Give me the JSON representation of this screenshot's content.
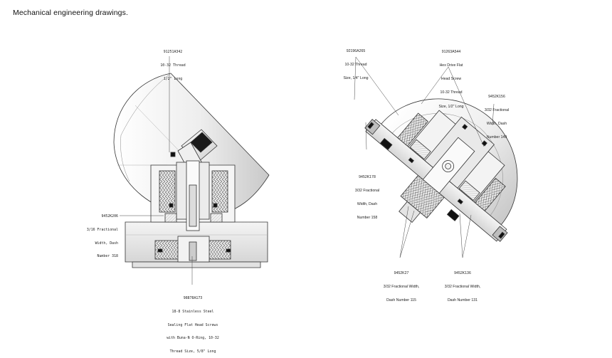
{
  "title": "Mechanical engineering drawings.",
  "left_drawing": {
    "callouts": {
      "top": [
        "91251A342",
        "10-32 Thread",
        "1/2\" Long"
      ],
      "left": [
        "9452K206",
        "3/16 Fractional",
        "Width, Dash",
        "Number 318"
      ],
      "bottom": [
        "98878A173",
        "18-8 Stainless Steel",
        "Sealing Flat Head Screws",
        "with Buna-N O-Ring, 10-32",
        "Thread Size, 5/8\" Long"
      ]
    }
  },
  "right_drawing": {
    "callouts": {
      "top_left": [
        "92196A265",
        "10-32 Thread",
        "Size, 1/4\" Long"
      ],
      "top_right": [
        "91263A544",
        "Hex Drive Flat",
        "Head Screw",
        "10-32 Thread",
        "Size, 1/2\" Long"
      ],
      "right": [
        "9452K156",
        "3/32 Fractional",
        "Width, Dash",
        "Number 149"
      ],
      "left": [
        "9452K178",
        "3/32 Fractional",
        "Width, Dash",
        "Number 158"
      ],
      "bottom_left": [
        "9452K27",
        "3/32 Fractional Width,",
        "Dash Number 115"
      ],
      "bottom_right": [
        "9452K136",
        "3/32 Fractional Width,",
        "Dash Number 131"
      ]
    }
  }
}
